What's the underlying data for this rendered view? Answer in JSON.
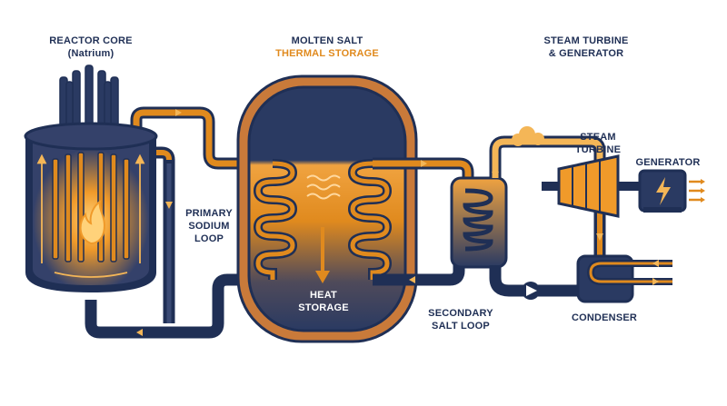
{
  "labels": {
    "reactor_core": {
      "line1": "REACTOR CORE",
      "line2": "(Natrium)"
    },
    "molten_salt": {
      "line1": "MOLTEN SALT",
      "line2": "THERMAL STORAGE"
    },
    "steam_turbine_generator": {
      "line1": "STEAM TURBINE",
      "line2": "& GENERATOR"
    },
    "primary_loop": {
      "line1": "PRIMARY",
      "line2": "SODIUM",
      "line3": "LOOP"
    },
    "heat_storage": {
      "line1": "HEAT",
      "line2": "STORAGE"
    },
    "secondary_loop": {
      "line1": "SECONDARY",
      "line2": "SALT LOOP"
    },
    "steam_turbine": {
      "line1": "STEAM",
      "line2": "TURBINE"
    },
    "generator": "GENERATOR",
    "condenser": "CONDENSER"
  },
  "colors": {
    "navy": "#1f2f55",
    "hot_orange": "#e08a1e",
    "light_orange": "#f4b657",
    "tank_shell": "#c97a3a",
    "background": "#ffffff"
  },
  "icons": {
    "reactor": "reactor-core-icon",
    "flame": "flame-icon",
    "tank": "storage-tank-icon",
    "heat_exchanger": "heat-exchanger-icon",
    "turbine": "turbine-icon",
    "generator": "generator-lightning-icon",
    "condenser": "condenser-icon",
    "pump": "pump-icon",
    "steam": "steam-cloud-icon"
  }
}
